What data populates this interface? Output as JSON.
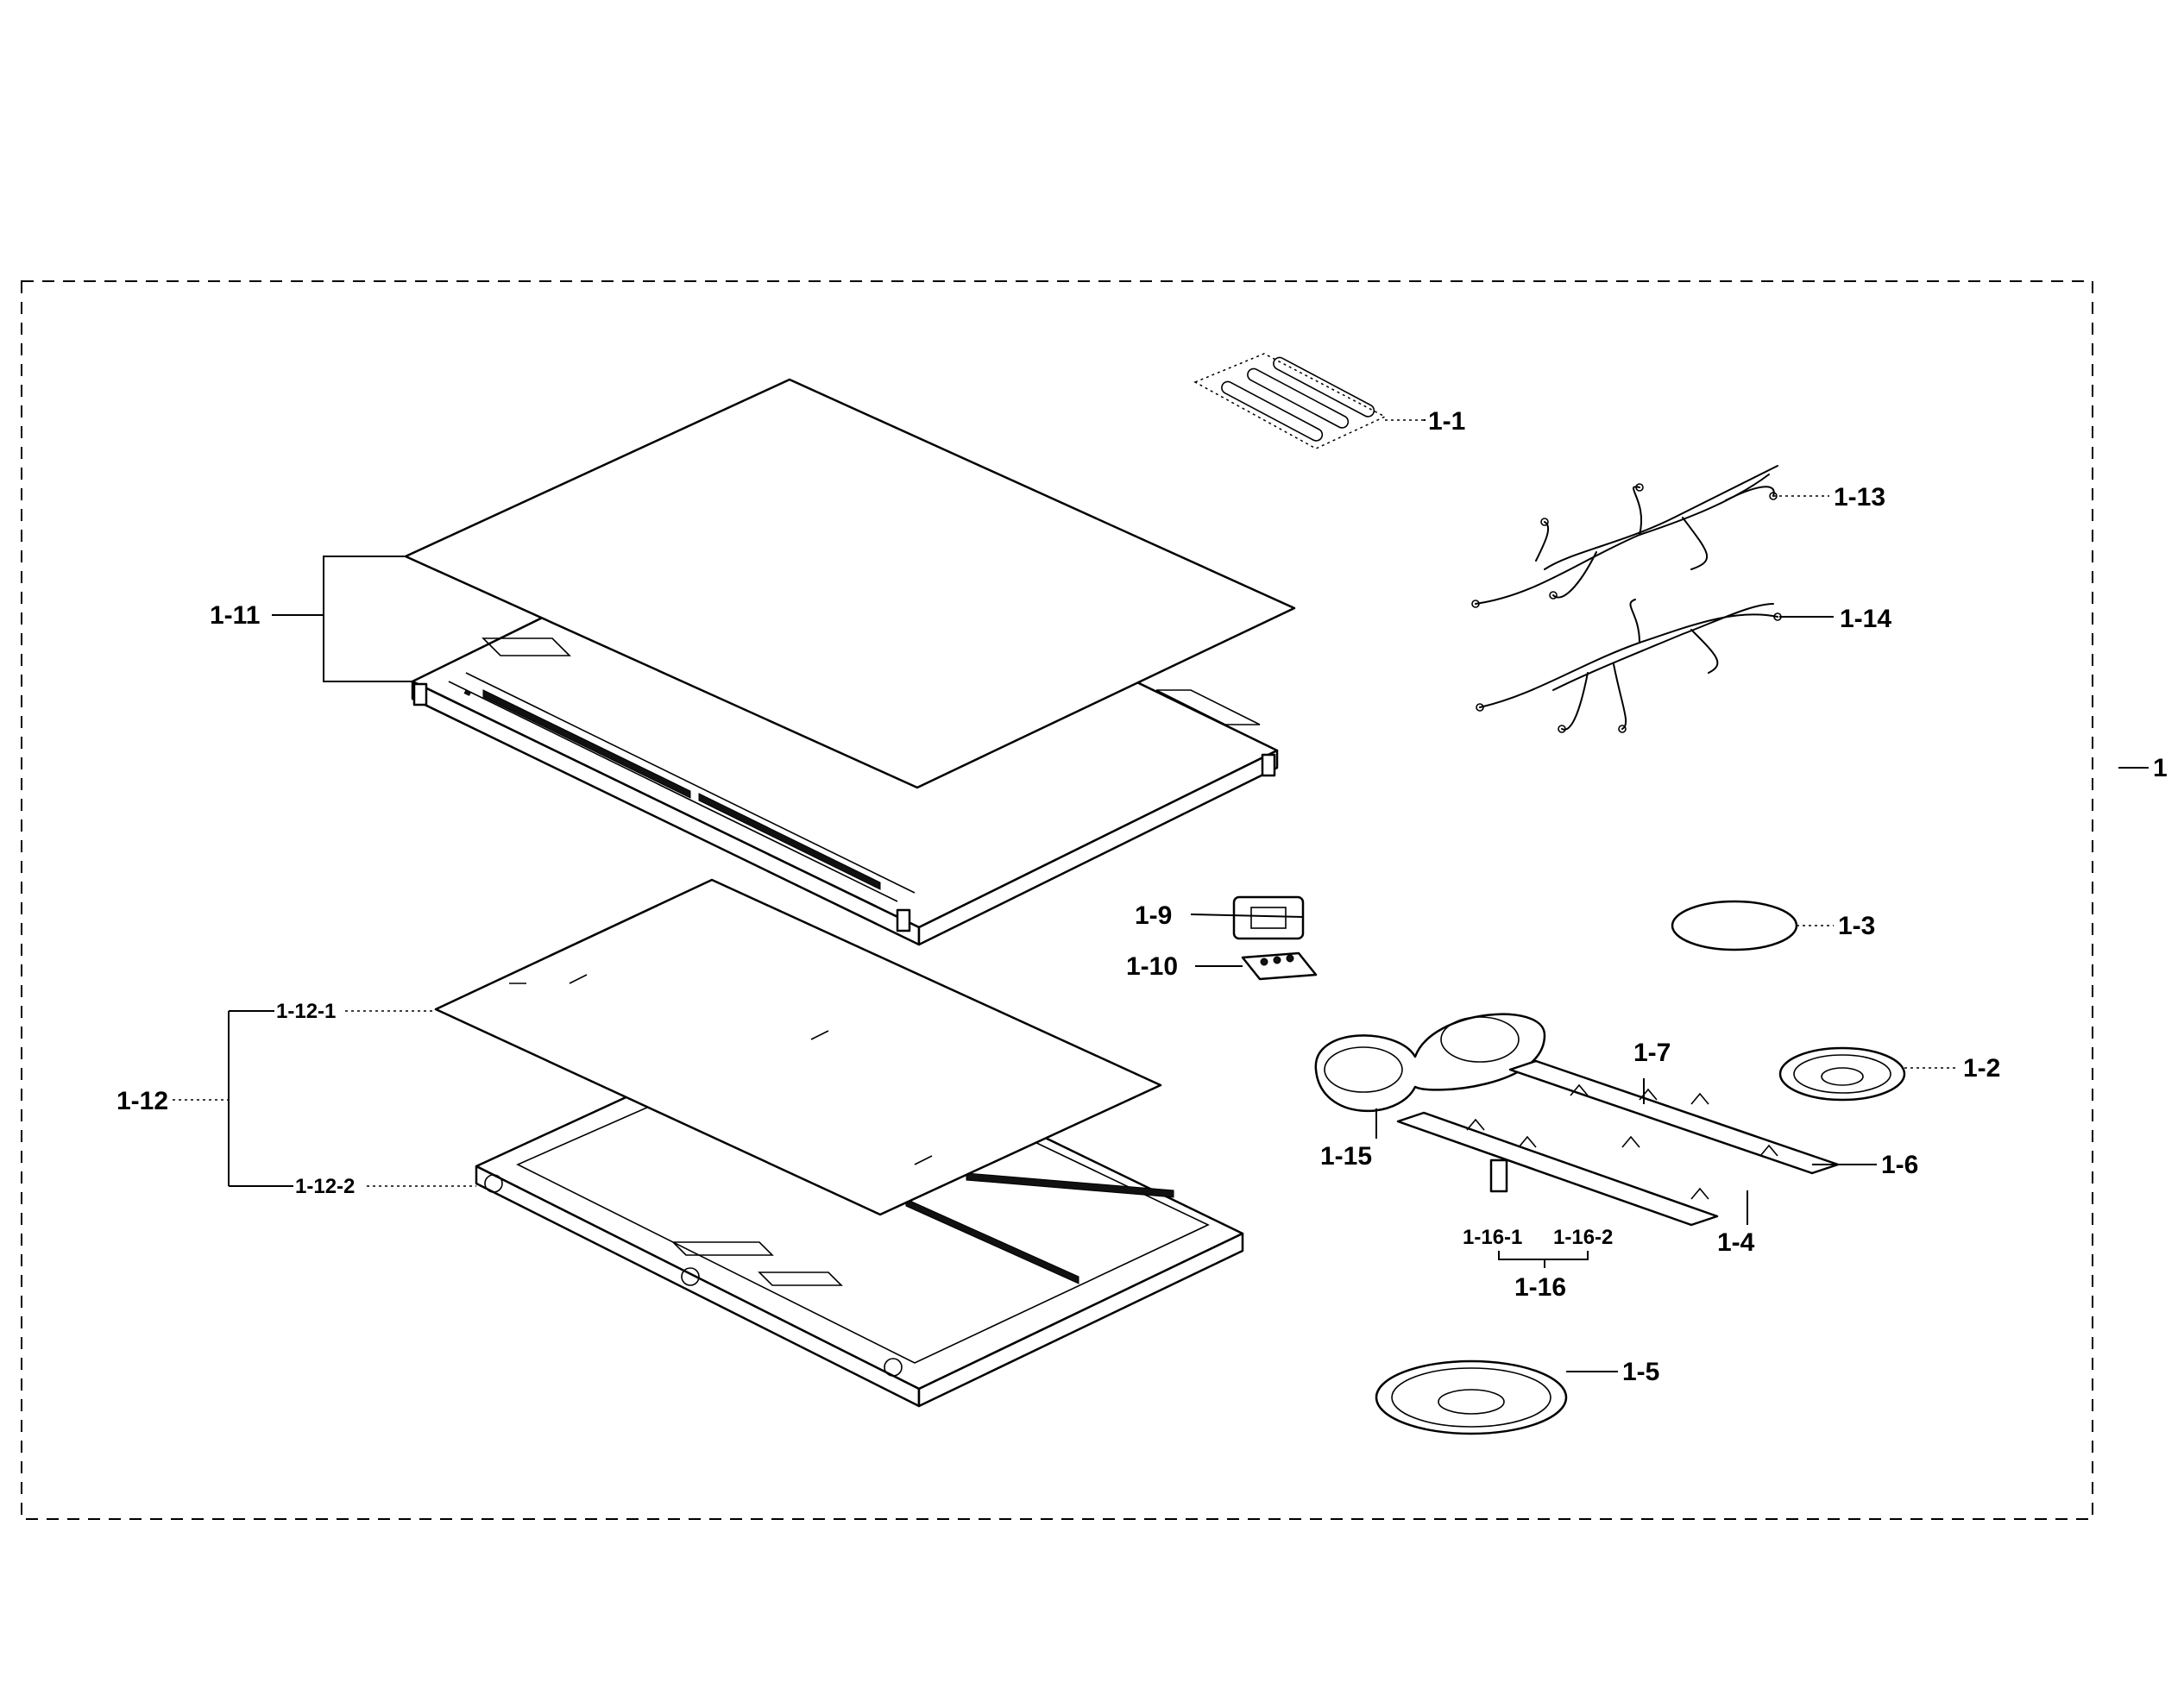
{
  "diagram": {
    "assembly_label": "1",
    "labels": {
      "l_1_1": "1-1",
      "l_1_2": "1-2",
      "l_1_3": "1-3",
      "l_1_4": "1-4",
      "l_1_5": "1-5",
      "l_1_6": "1-6",
      "l_1_7": "1-7",
      "l_1_9": "1-9",
      "l_1_10": "1-10",
      "l_1_11": "1-11",
      "l_1_12": "1-12",
      "l_1_12_1": "1-12-1",
      "l_1_12_2": "1-12-2",
      "l_1_13": "1-13",
      "l_1_14": "1-14",
      "l_1_15": "1-15",
      "l_1_16": "1-16",
      "l_1_16_1": "1-16-1",
      "l_1_16_2": "1-16-2"
    }
  }
}
